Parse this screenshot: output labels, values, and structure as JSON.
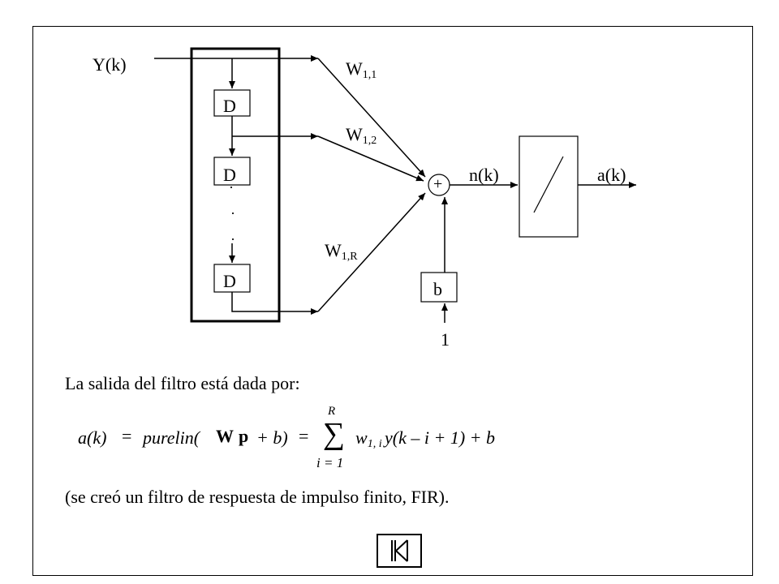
{
  "diagram": {
    "input_label": "Y(k)",
    "delay_blocks": [
      "D",
      "D",
      "D"
    ],
    "dots": "·",
    "weights": [
      {
        "base": "W",
        "sub": "1,1"
      },
      {
        "base": "W",
        "sub": "1,2"
      },
      {
        "base": "W",
        "sub": "1,R"
      }
    ],
    "sum_symbol": "+",
    "net_input_label": "n(k)",
    "output_label": "a(k)",
    "bias_label": "b",
    "bias_input": "1"
  },
  "text": {
    "caption": "La salida del filtro está dada por:",
    "note": "(se creó un filtro de respuesta de impulso finito, FIR)."
  },
  "formula": {
    "lhs": "a(k)",
    "eq1": "=",
    "func": "purelin(",
    "W": "W",
    "p": "p",
    "plus_b": "+ b)",
    "eq2": "=",
    "sum_top": "R",
    "sum_sign": "∑",
    "sum_bottom": "i = 1",
    "w_base": "w",
    "w_sub": "1, i",
    "term": "y(k – i + 1) + b"
  }
}
